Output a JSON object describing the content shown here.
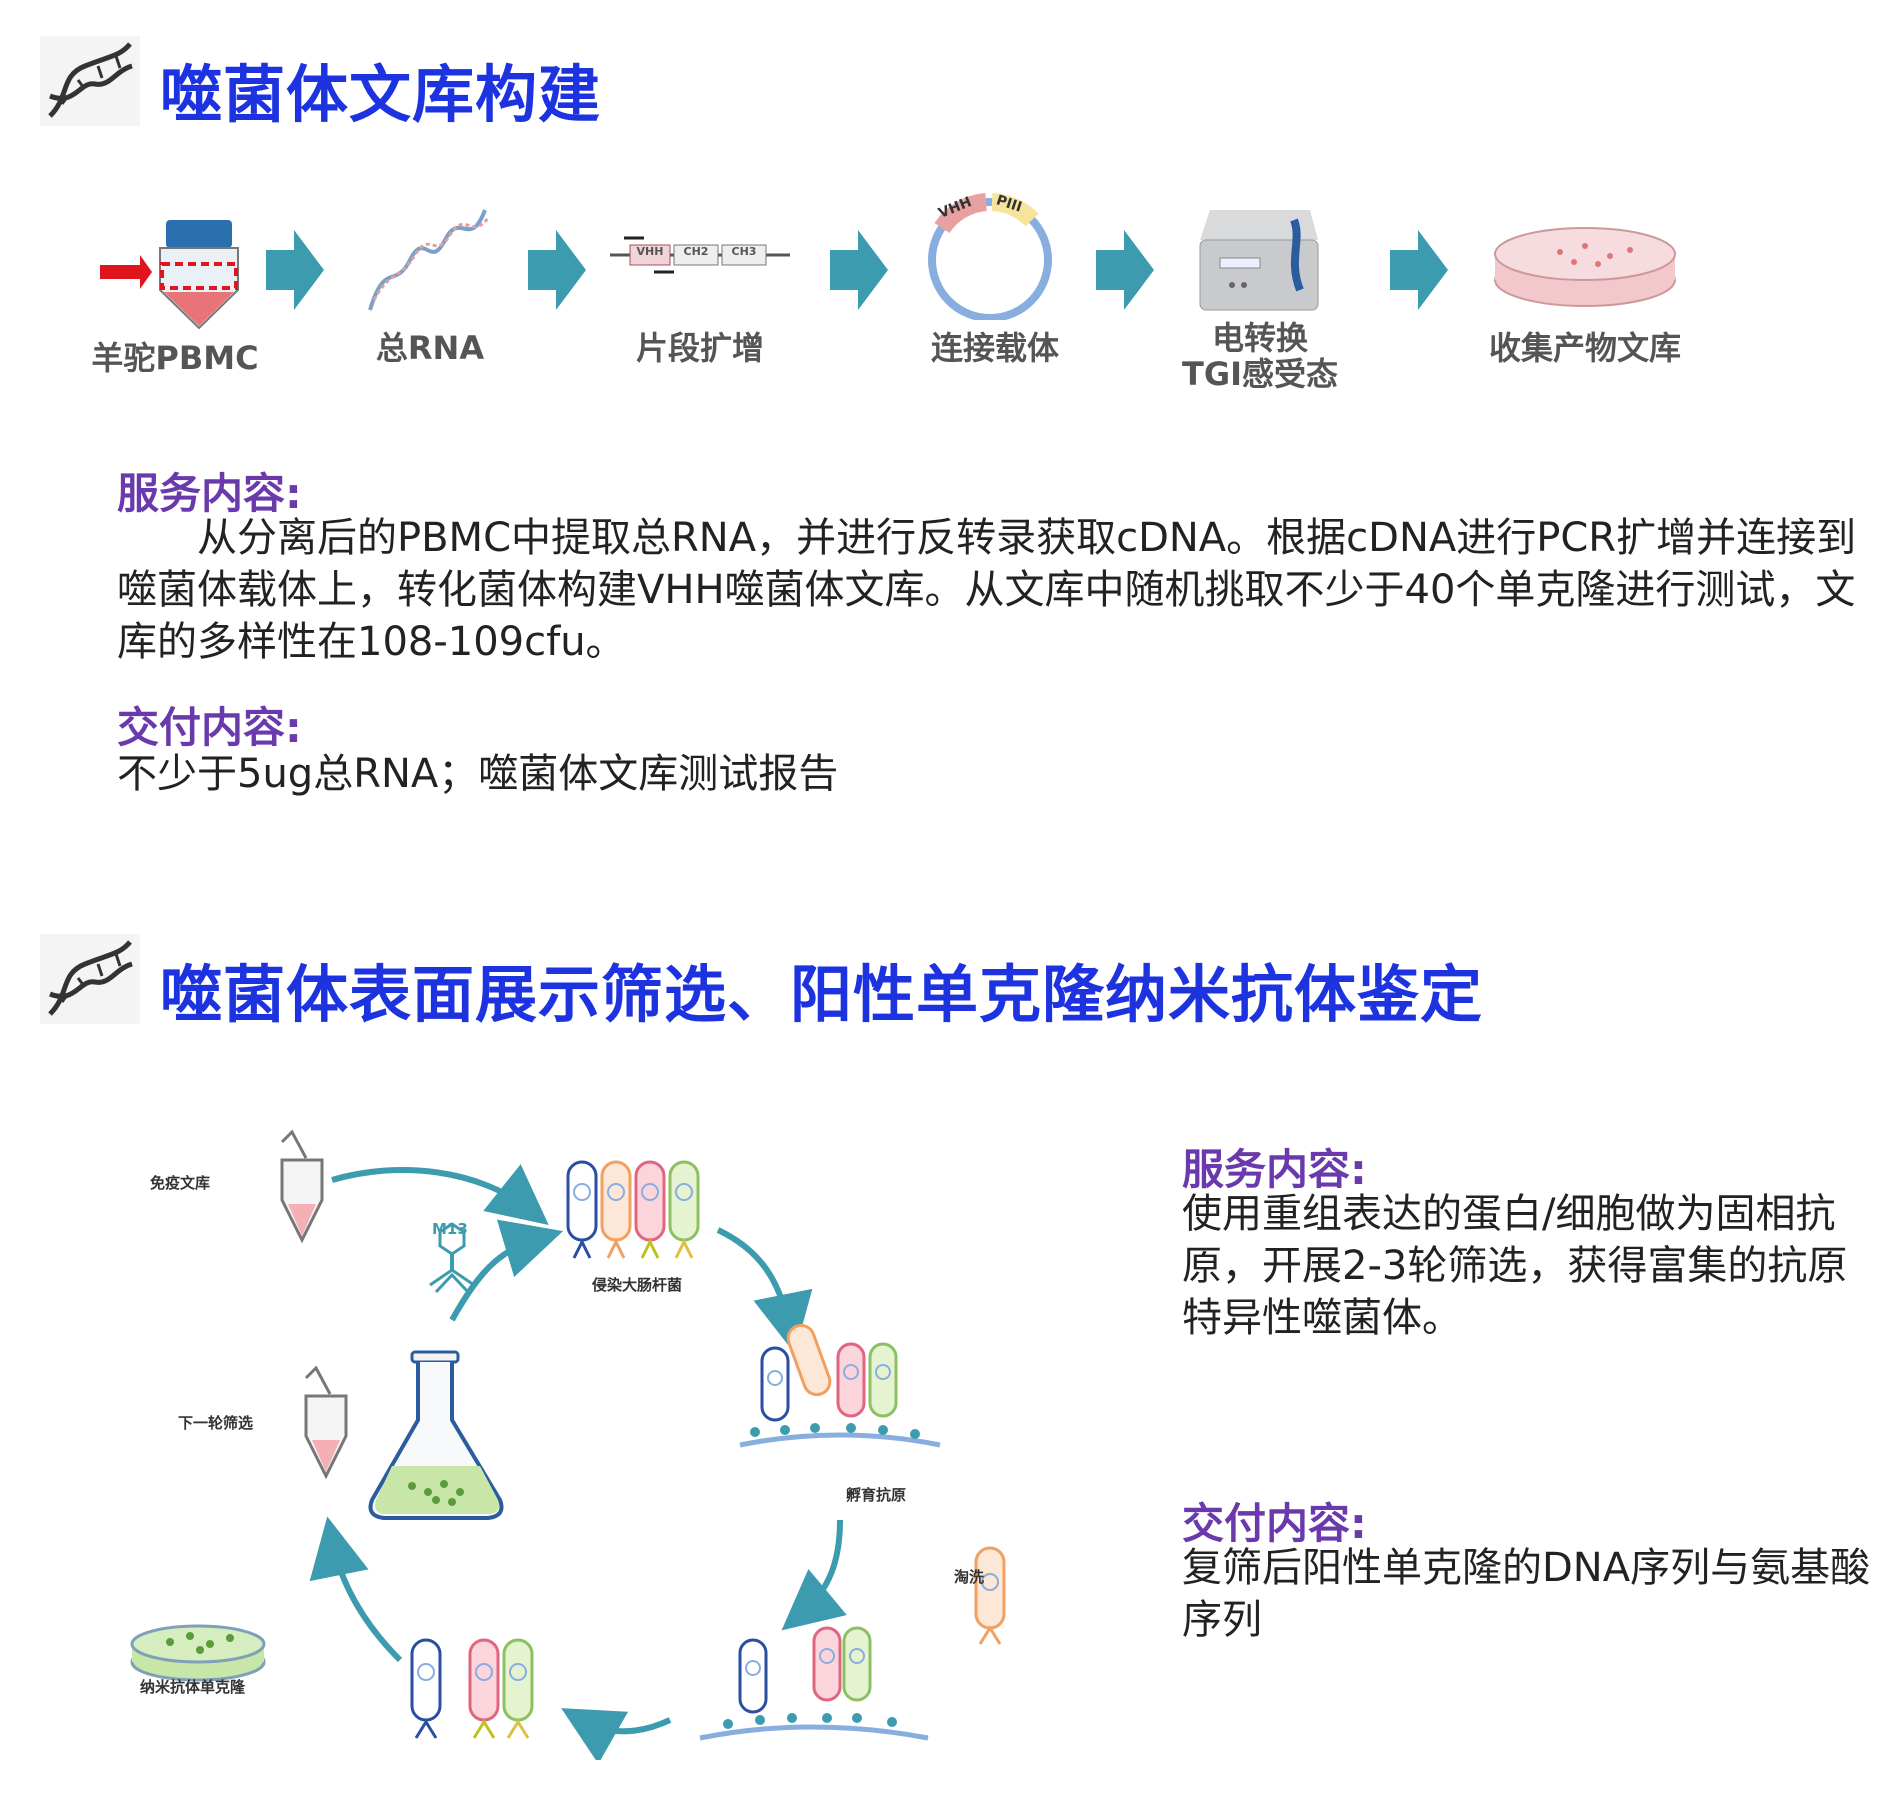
{
  "section1": {
    "title": "噬菌体文库构建",
    "flow": {
      "steps": [
        {
          "label": "羊驼PBMC"
        },
        {
          "label": "总RNA"
        },
        {
          "label": "片段扩增"
        },
        {
          "label": "连接载体"
        },
        {
          "label_line1": "电转换",
          "label_line2": "TGI感受态"
        },
        {
          "label": "收集产物文库"
        }
      ],
      "fragment_labels": [
        "VHH",
        "CH2",
        "CH3"
      ],
      "plasmid_labels": [
        "VHH",
        "PIII"
      ]
    },
    "service": {
      "heading": "服务内容:",
      "text": "从分离后的PBMC中提取总RNA，并进行反转录获取cDNA。根据cDNA进行PCR扩增并连接到噬菌体载体上，转化菌体构建VHH噬菌体文库。从文库中随机挑取不少于40个单克隆进行测试，文库的多样性在108-109cfu。"
    },
    "delivery": {
      "heading": "交付内容:",
      "text": "不少于5ug总RNA；噬菌体文库测试报告"
    }
  },
  "section2": {
    "title": "噬菌体表面展示筛选、阳性单克隆纳米抗体鉴定",
    "cycle": {
      "label_library": "免疫文库",
      "label_m13": "M13",
      "label_infect": "侵染大肠杆菌",
      "label_incubate": "孵育抗原",
      "label_wash": "淘洗",
      "label_next_round": "下一轮筛选",
      "label_clone": "纳米抗体单克隆"
    },
    "service": {
      "heading": "服务内容:",
      "text": "使用重组表达的蛋白/细胞做为固相抗原，开展2-3轮筛选，获得富集的抗原特异性噬菌体。"
    },
    "delivery": {
      "heading": "交付内容:",
      "text": "复筛后阳性单克隆的DNA序列与氨基酸序列"
    }
  },
  "colors": {
    "title": "#1d33e0",
    "subheading": "#6a3aad",
    "arrow": "#3d9bb0",
    "plasmid": "#88aee0"
  }
}
